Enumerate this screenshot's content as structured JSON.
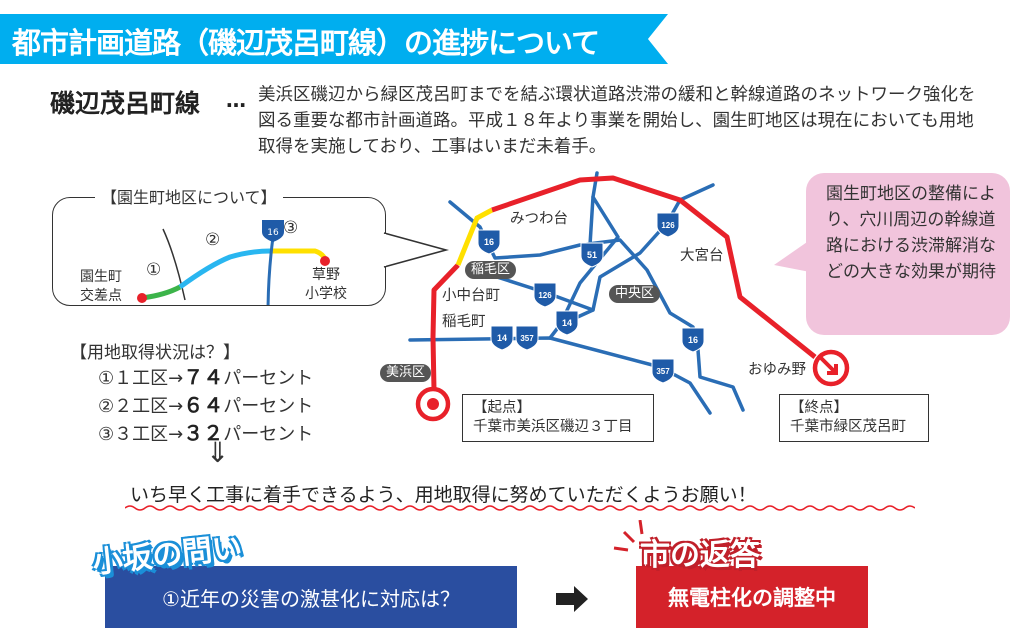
{
  "header": {
    "title": "都市計画道路（磯辺茂呂町線）の進捗について"
  },
  "intro": {
    "route_name": "磯辺茂呂町線",
    "ellipsis": "…",
    "description": "美浜区磯辺から緑区茂呂町までを結ぶ環状道路渋滞の緩和と幹線道路のネットワーク強化を図る重要な都市計画道路。平成１８年より事業を開始し、園生町地区は現在においても用地取得を実施しており、工事はいまだ未着手。"
  },
  "detail_bubble": {
    "title": "【園生町地区について】",
    "start_label": [
      "園生町",
      "交差点"
    ],
    "end_label": [
      "草野",
      "小学校"
    ],
    "sections": [
      "①",
      "②",
      "③"
    ],
    "route_shield": "16"
  },
  "land_status": {
    "title": "【用地取得状況は？】",
    "items": [
      {
        "prefix": "①１工区→",
        "value": "７４",
        "suffix": "パーセント",
        "percent": 74
      },
      {
        "prefix": "②２工区→",
        "value": "６４",
        "suffix": "パーセント",
        "percent": 64
      },
      {
        "prefix": "③３工区→",
        "value": "３２",
        "suffix": "パーセント",
        "percent": 32
      }
    ],
    "arrow": "⇓"
  },
  "request": "いち早く工事に着手できるよう、用地取得に努めていただくようお願い！",
  "map": {
    "places": {
      "mitsuwadai": "みつわ台",
      "omiyadai": "大宮台",
      "konakadai": "小中台町",
      "inage_cho": "稲毛町",
      "oyumino": "おゆみ野"
    },
    "wards": {
      "inage": "稲毛区",
      "chuo": "中央区",
      "mihama": "美浜区"
    },
    "shields": [
      "16",
      "51",
      "126",
      "126",
      "14",
      "14",
      "357",
      "16",
      "357"
    ],
    "start": {
      "title": "【起点】",
      "address": "千葉市美浜区磯辺３丁目"
    },
    "end": {
      "title": "【終点】",
      "address": "千葉市緑区茂呂町"
    },
    "colors": {
      "route": "#e8212a",
      "section": "#ffe000",
      "road": "#2a6db5"
    }
  },
  "effect_bubble": "園生町地区の整備により、穴川周辺の幹線道路における渋滞解消などの大きな効果が期待",
  "question": {
    "label": "小坂の問い",
    "text": "①近年の災害の激甚化に対応は？"
  },
  "answer": {
    "label": "市の返答",
    "text": "無電柱化の調整中"
  }
}
